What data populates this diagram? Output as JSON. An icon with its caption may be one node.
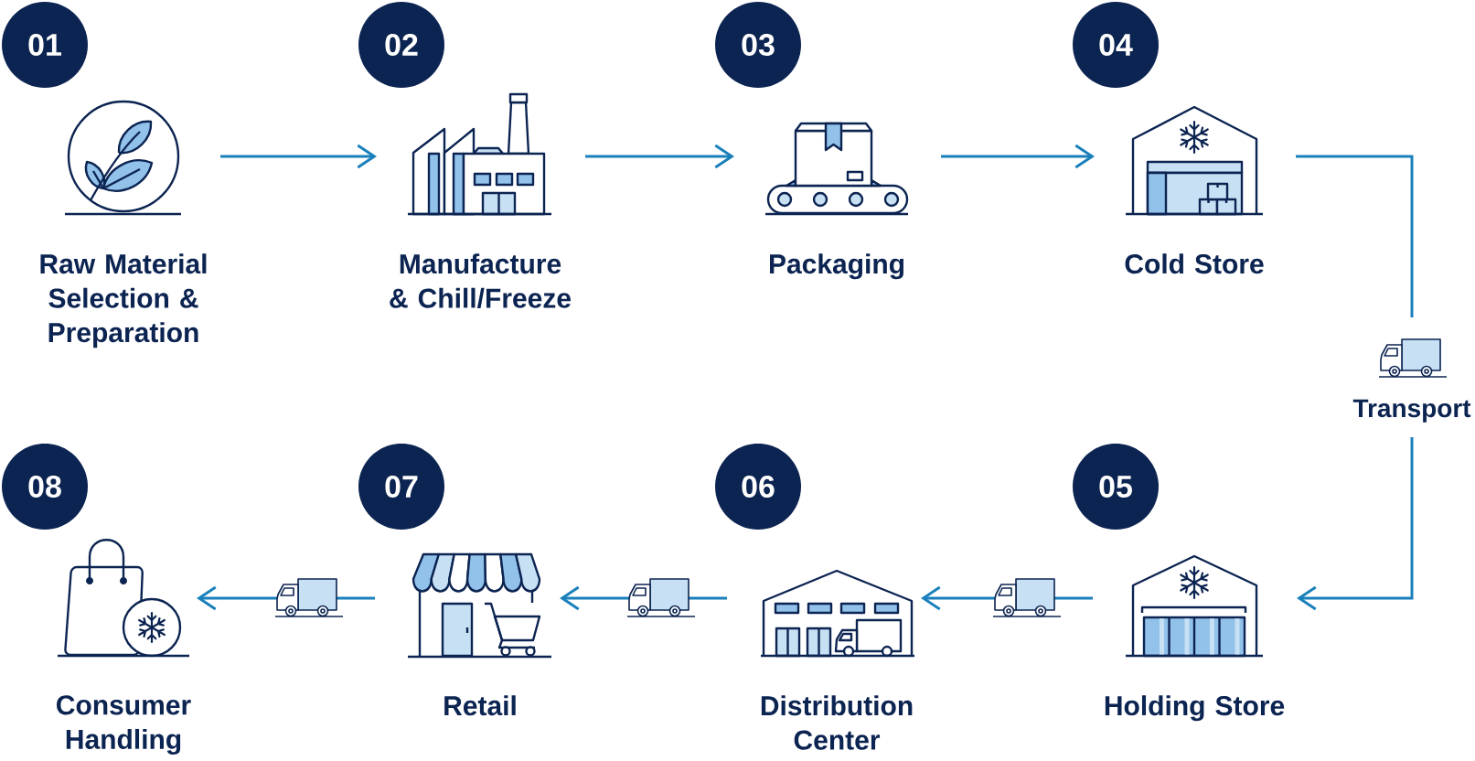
{
  "diagram": {
    "nodes": [
      {
        "text": [
          "01",
          "Raw Material Selection & Preparation"
        ]
      },
      {
        "text": [
          "02",
          "Manufacture & Chill/Freeze"
        ]
      },
      {
        "text": [
          "03",
          "Packaging"
        ]
      },
      {
        "text": [
          "04",
          "Cold Store"
        ]
      },
      {
        "text": [
          "Transport"
        ]
      },
      {
        "text": [
          "05",
          "Holding Store"
        ]
      },
      {
        "text": [
          "06",
          "Distribution Center"
        ]
      },
      {
        "text": [
          "07",
          "Retail"
        ]
      },
      {
        "text": [
          "08",
          "Consumer Handling"
        ]
      }
    ],
    "edges": [
      {
        "from": 0,
        "to": 1,
        "arrow": "to"
      },
      {
        "from": 1,
        "to": 2,
        "arrow": "to"
      },
      {
        "from": 2,
        "to": 3,
        "arrow": "to"
      },
      {
        "from": 3,
        "to": 4,
        "arrow": "none"
      },
      {
        "from": 4,
        "to": 5,
        "arrow": "to"
      },
      {
        "from": 5,
        "to": 6,
        "arrow": "to"
      },
      {
        "from": 6,
        "to": 7,
        "arrow": "to"
      },
      {
        "from": 7,
        "to": 8,
        "arrow": "to"
      }
    ]
  }
}
